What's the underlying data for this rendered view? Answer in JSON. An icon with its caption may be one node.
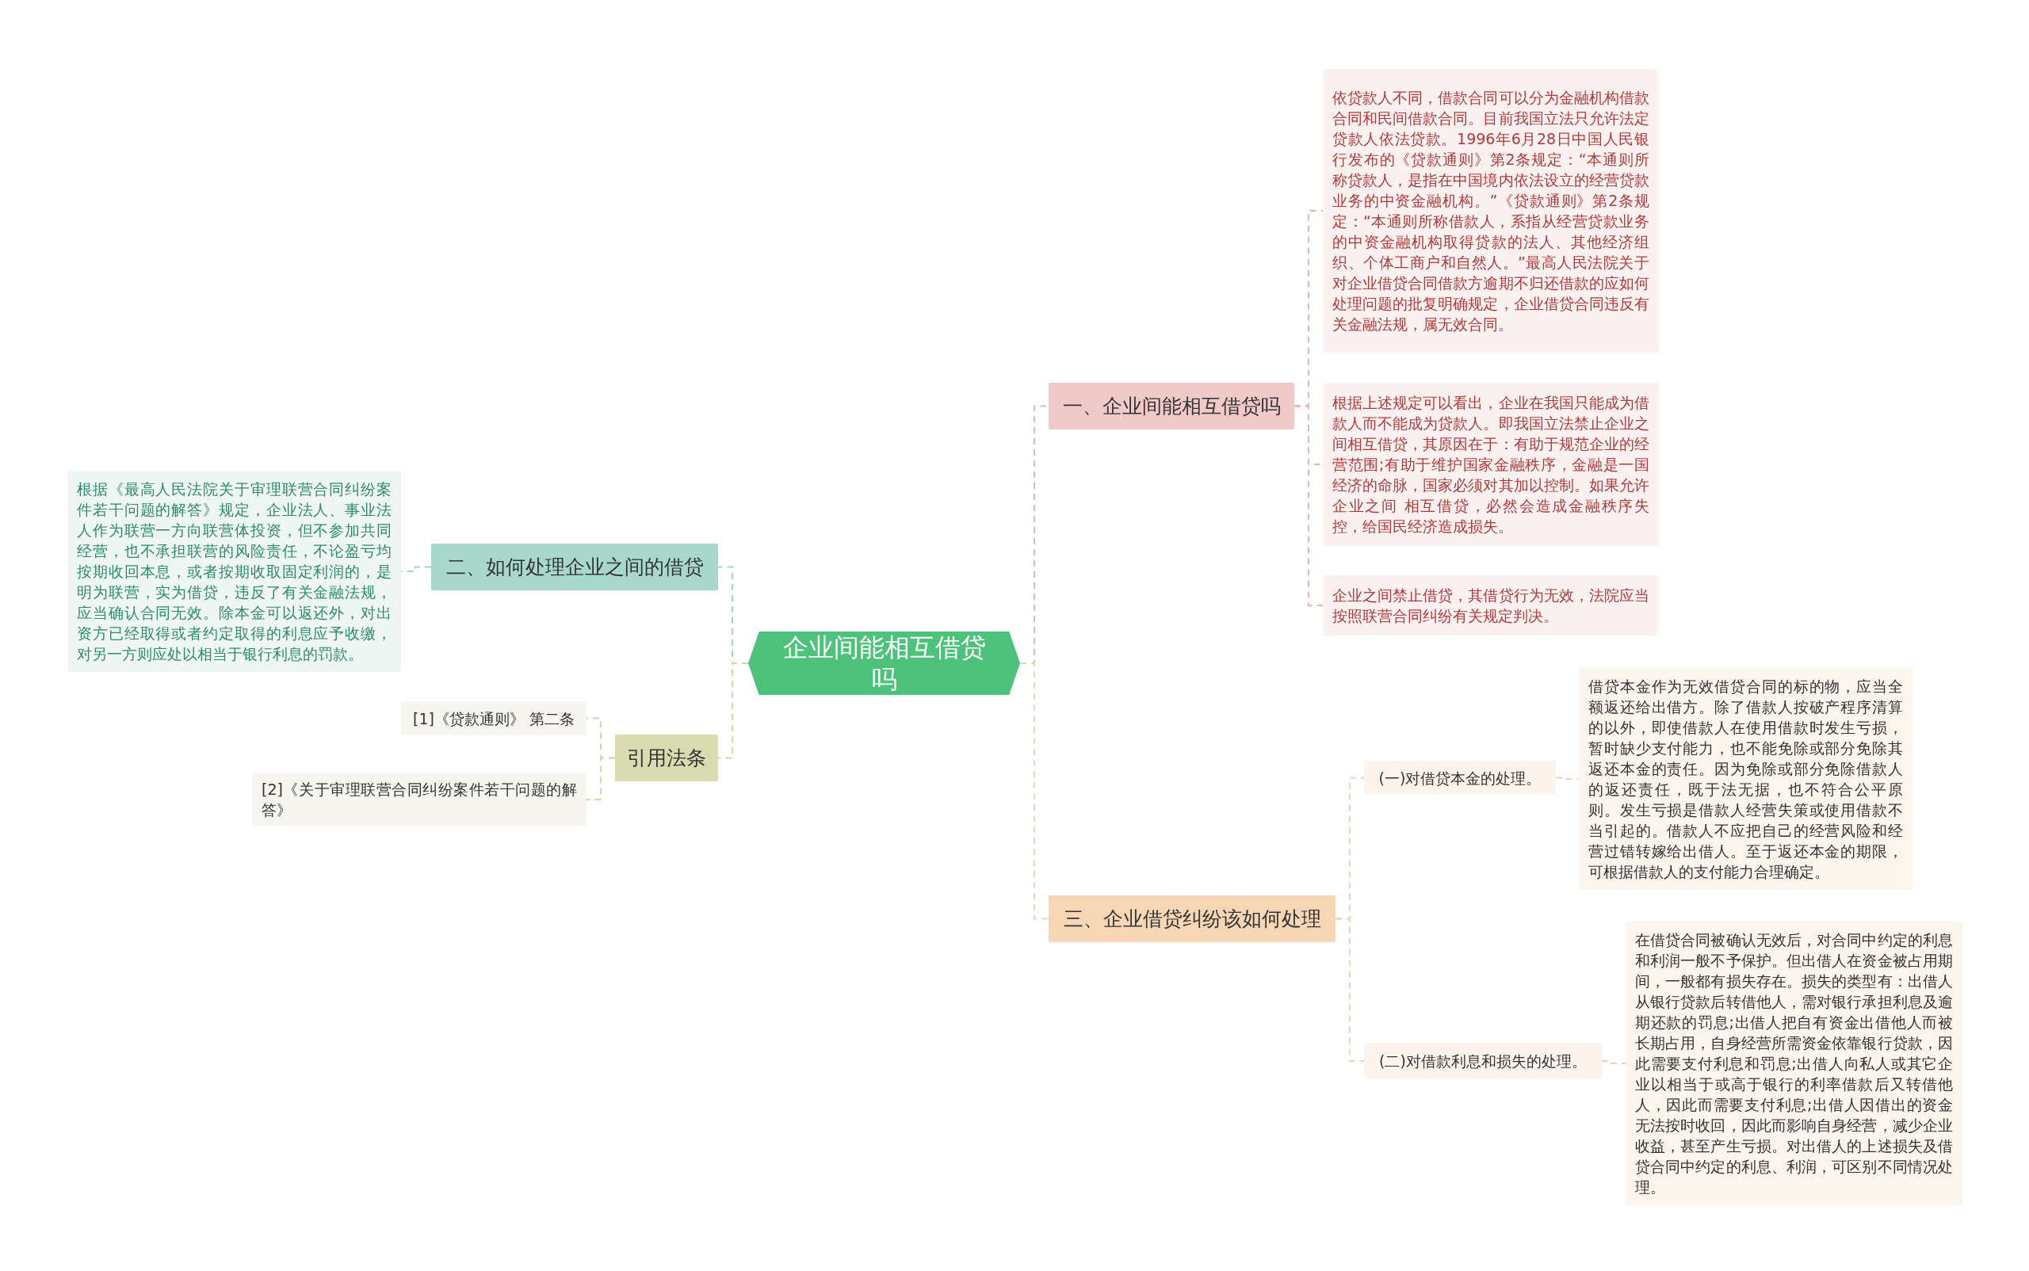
{
  "diagram": {
    "nodes": [
      {
        "text": [
          "企业间能相互借贷吗"
        ]
      },
      {
        "text": [
          "一、企业间能相互借贷吗"
        ]
      },
      {
        "text": [
          "依贷款人不同，借款合同可以分为金融机构借款合同和民间借款合同。目前我国立法只允许法定贷款人依法贷款。1996年6月28日中国人民银行发布的《贷款通则》第2条规定：“本通则所称贷款人，是指在中国境内依法设立的经营贷款业务的中资金融机构。”《贷款通则》第2条规定：“本通则所称借款人，系指从经营贷款业务的中资金融机构取得贷款的法人、其他经济组织、个体工商户和自然人。”最高人民法院关于对企业借贷合同借款方逾期不归还借款的应如何处理问题的批复明确规定，企业借贷合同违反有关金融法规，属无效合同。"
        ]
      },
      {
        "text": [
          "根据上述规定可以看出，企业在我国只能成为借款人而不能成为贷款人。即我国立法禁止企业之间相互借贷，其原因在于：有助于规范企业的经营范围;有助于维护国家金融秩序，金融是一国经济的命脉，国家必须对其加以控制。如果允许企业之间 相互借贷，必然会造成金融秩序失控，给国民经济造成损失。"
        ]
      },
      {
        "text": [
          "企业之间禁止借贷，其借贷行为无效，法院应当按照联营合同纠纷有关规定判决。"
        ]
      },
      {
        "text": [
          "三、企业借贷纠纷该如何处理"
        ]
      },
      {
        "text": [
          "(一)对借贷本金的处理。"
        ]
      },
      {
        "text": [
          "借贷本金作为无效借贷合同的标的物，应当全额返还给出借方。除了借款人按破产程序清算的以外，即使借款人在使用借款时发生亏损，暂时缺少支付能力，也不能免除或部分免除其返还本金的责任。因为免除或部分免除借款人的返还责任，既于法无据，也不符合公平原则。发生亏损是借款人经营失策或使用借款不当引起的。借款人不应把自己的经营风险和经营过错转嫁给出借人。至于返还本金的期限，可根据借款人的支付能力合理确定。"
        ]
      },
      {
        "text": [
          "(二)对借款利息和损失的处理。"
        ]
      },
      {
        "text": [
          "在借贷合同被确认无效后，对合同中约定的利息和利润一般不予保护。但出借人在资金被占用期间，一般都有损失存在。损失的类型有：出借人从银行贷款后转借他人，需对银行承担利息及逾期还款的罚息;出借人把自有资金出借他人而被长期占用，自身经营所需资金依靠银行贷款，因此需要支付利息和罚息;出借人向私人或其它企业以相当于或高于银行的利率借款后又转借他人，因此而需要支付利息;出借人因借出的资金无法按时收回，因此而影响自身经营，减少企业收益，甚至产生亏损。对出借人的上述损失及借贷合同中约定的利息、利润，可区别不同情况处理。"
        ]
      },
      {
        "text": [
          "二、如何处理企业之间的借贷"
        ]
      },
      {
        "text": [
          "根据《最高人民法院关于审理联营合同纠纷案件若干问题的解答》规定，企业法人、事业法人作为联营一方向联营体投资，但不参加共同经营，也不承担联营的风险责任，不论盈亏均按期收回本息，或者按期收取固定利润的，是明为联营，实为借贷，违反了有关金融法规，应当确认合同无效。除本金可以返还外，对出资方已经取得或者约定取得的利息应予收缴，对另一方则应处以相当于银行利息的罚款。"
        ]
      },
      {
        "text": [
          "引用法条"
        ]
      },
      {
        "text": [
          "[1]《贷款通则》 第二条"
        ]
      },
      {
        "text": [
          "[2]《关于审理联营合同纠纷案件若干问题的解答》"
        ]
      }
    ],
    "edges": [
      {
        "from": 0,
        "to": 1,
        "arrow": "none",
        "style": "dashed",
        "color": "#e0b8b8"
      },
      {
        "from": 1,
        "to": 2,
        "arrow": "none",
        "style": "dashed",
        "color": "#e0b8b8"
      },
      {
        "from": 1,
        "to": 3,
        "arrow": "none",
        "style": "dashed",
        "color": "#e0b8b8"
      },
      {
        "from": 1,
        "to": 4,
        "arrow": "none",
        "style": "dashed",
        "color": "#e0b8b8"
      },
      {
        "from": 0,
        "to": 5,
        "arrow": "none",
        "style": "dashed",
        "color": "#ecd2b6"
      },
      {
        "from": 5,
        "to": 6,
        "arrow": "none",
        "style": "dashed",
        "color": "#ecd2b6"
      },
      {
        "from": 6,
        "to": 7,
        "arrow": "none",
        "style": "dashed",
        "color": "#ecd2b6"
      },
      {
        "from": 5,
        "to": 8,
        "arrow": "none",
        "style": "dashed",
        "color": "#ecd2b6"
      },
      {
        "from": 8,
        "to": 9,
        "arrow": "none",
        "style": "dashed",
        "color": "#ecd2b6"
      },
      {
        "from": 0,
        "to": 10,
        "arrow": "none",
        "style": "dashed",
        "color": "#a8d4c8"
      },
      {
        "from": 10,
        "to": 11,
        "arrow": "none",
        "style": "dashed",
        "color": "#a8d4c8"
      },
      {
        "from": 0,
        "to": 12,
        "arrow": "none",
        "style": "dashed",
        "color": "#d4d6a8"
      },
      {
        "from": 12,
        "to": 13,
        "arrow": "none",
        "style": "dashed",
        "color": "#d4d6a8"
      },
      {
        "from": 12,
        "to": 14,
        "arrow": "none",
        "style": "dashed",
        "color": "#d4d6a8"
      }
    ]
  }
}
